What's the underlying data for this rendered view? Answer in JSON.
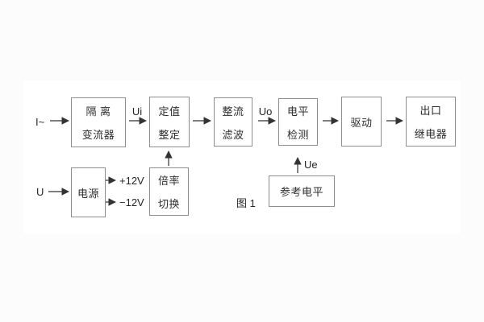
{
  "figure": {
    "caption": "图 1"
  },
  "colors": {
    "background": "#fcfcfc",
    "canvas": "#ffffff",
    "line": "#333333",
    "box_border": "#8e8e8e",
    "text": "#2d2d2d"
  },
  "blocks": {
    "isolation_transformer": {
      "line1": "隔 离",
      "line2": "变流器"
    },
    "setting_adjustment": {
      "line1": "定值",
      "line2": "整定"
    },
    "rectifier_filter": {
      "line1": "整流",
      "line2": "滤波"
    },
    "level_detection": {
      "line1": "电平",
      "line2": "检测"
    },
    "driver": {
      "line1": "驱动"
    },
    "output_relay": {
      "line1": "出口",
      "line2": "继电器"
    },
    "power_supply": {
      "line1": "电源"
    },
    "ratio_switch": {
      "line1": "倍率",
      "line2": "切换"
    },
    "reference_level": {
      "line1": "参考电平"
    }
  },
  "labels": {
    "input_current": "I~",
    "input_voltage": "U",
    "signal_ui": "Ui",
    "signal_uo": "Uo",
    "signal_ue": "Ue",
    "rail_positive": "+12V",
    "rail_negative": "−12V"
  }
}
